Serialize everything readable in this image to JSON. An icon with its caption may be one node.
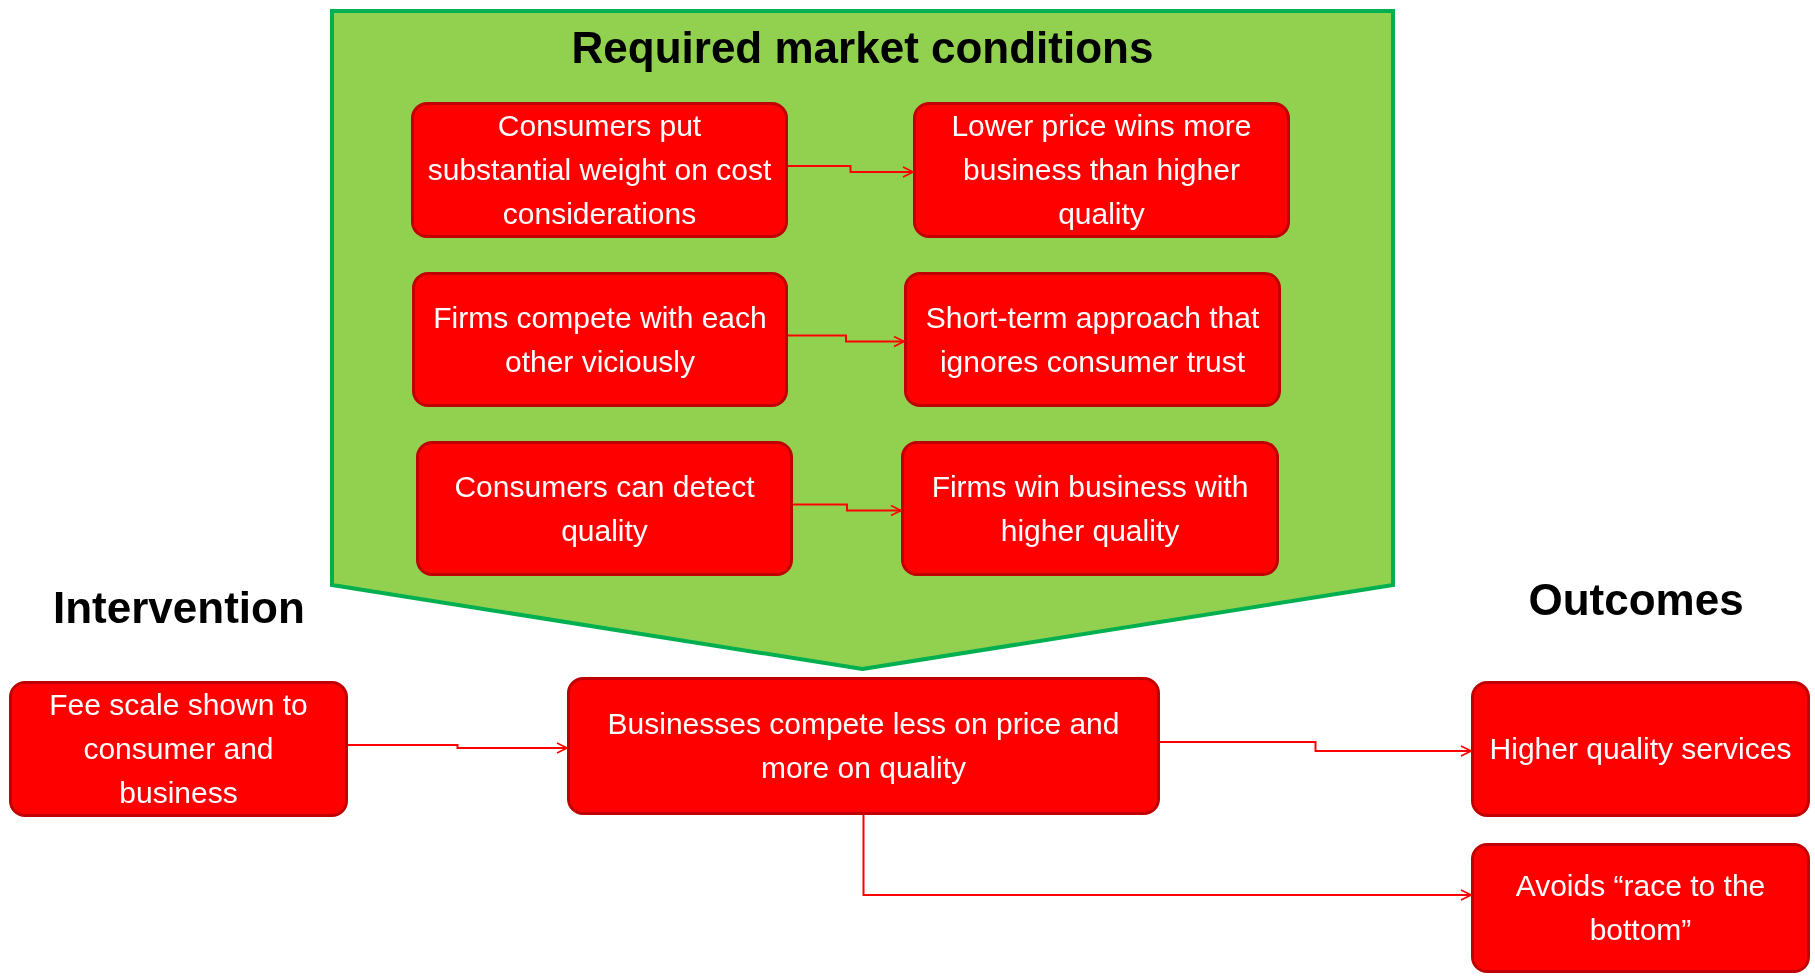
{
  "diagram": {
    "nodes": [
      {
        "text": [
          "Required market conditions"
        ]
      },
      {
        "text": [
          "Consumers put substantial weight on cost considerations"
        ],
        "in": 0
      },
      {
        "text": [
          "Lower price wins more business than higher quality"
        ],
        "in": 0
      },
      {
        "text": [
          "Firms compete with each other viciously"
        ],
        "in": 0
      },
      {
        "text": [
          "Short-term approach that ignores consumer trust"
        ],
        "in": 0
      },
      {
        "text": [
          "Consumers can detect quality"
        ],
        "in": 0
      },
      {
        "text": [
          "Firms win business with higher quality"
        ],
        "in": 0
      },
      {
        "text": [
          "Fee scale shown to consumer and business"
        ]
      },
      {
        "text": [
          "Businesses compete less on price and more on quality"
        ]
      },
      {
        "text": [
          "Higher quality services"
        ]
      },
      {
        "text": [
          "Avoids “race to the bottom”"
        ]
      }
    ],
    "edges": [
      {
        "from": 1,
        "to": 2,
        "arrow": "to"
      },
      {
        "from": 3,
        "to": 4,
        "arrow": "to"
      },
      {
        "from": 5,
        "to": 6,
        "arrow": "to"
      },
      {
        "from": 7,
        "to": 8,
        "arrow": "to"
      },
      {
        "from": 8,
        "to": 9,
        "arrow": "to"
      },
      {
        "from": 8,
        "to": 10,
        "arrow": "to"
      }
    ],
    "labels": [
      "Intervention",
      "Outcomes"
    ]
  }
}
